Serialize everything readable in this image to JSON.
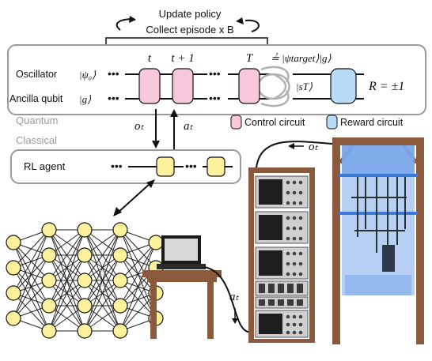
{
  "loop": {
    "update_policy": "Update policy",
    "collect_episode": "Collect episode  x B"
  },
  "circuit": {
    "oscillator_label": "Oscillator",
    "oscillator_state": "|ψ₀⟩",
    "ancilla_label": "Ancilla qubit",
    "ancilla_state": "|g⟩",
    "time_t": "t",
    "time_t1": "t + 1",
    "time_T": "T",
    "target_condition": "≟ |ψtarget⟩|g⟩",
    "final_state": "|sT⟩",
    "reward": "R = ±1"
  },
  "legend": {
    "control_label": "Control circuit",
    "reward_label": "Reward circuit",
    "control_color": "#f7c7dc",
    "reward_color": "#b8dcf5"
  },
  "regions": {
    "quantum": "Quantum",
    "classical": "Classical"
  },
  "agent": {
    "label": "RL agent",
    "agent_color": "#fdf09a"
  },
  "signals": {
    "observation": "oₜ",
    "action": "aₜ",
    "observation_cable": "oₜ",
    "action_cable": "aₜ"
  },
  "network": {
    "node_color": "#fdf09a",
    "layer_sizes": [
      4,
      5,
      5,
      5,
      4
    ]
  },
  "hardware": {
    "wood_color": "#8b5a3c",
    "cryostat_color": "#7aa8e8"
  }
}
